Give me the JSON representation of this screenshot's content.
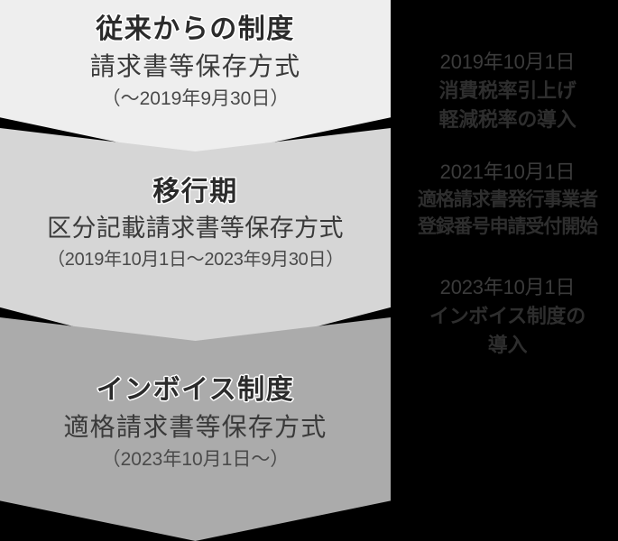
{
  "timeline": {
    "bands": [
      {
        "id": "band-previous-system",
        "heading": "従来からの制度",
        "method": "請求書等保存方式",
        "period": "（〜2019年9月30日）",
        "fill_color": "#eeeeee"
      },
      {
        "id": "band-transition-period",
        "heading": "移行期",
        "method": "区分記載請求書等保存方式",
        "period": "（2019年10月1日〜2023年9月30日）",
        "fill_color": "#d6d6d6"
      },
      {
        "id": "band-invoice-system",
        "heading": "インボイス制度",
        "method": "適格請求書等保存方式",
        "period": "（2023年10月1日〜）",
        "fill_color": "#ababab"
      }
    ]
  },
  "annotations": [
    {
      "id": "annotation-2019",
      "date": "2019年10月1日",
      "lines": [
        "消費税率引上げ",
        "軽減税率の導入"
      ]
    },
    {
      "id": "annotation-2021",
      "date": "2021年10月1日",
      "lines": [
        "適格請求書発行事業者",
        "登録番号申請受付開始"
      ]
    },
    {
      "id": "annotation-2023",
      "date": "2023年10月1日",
      "lines": [
        "インボイス制度の",
        "導入"
      ]
    }
  ],
  "colors": {
    "background": "#000000",
    "heading_text": "#2b2b2b",
    "body_text": "#3a3a3a",
    "annotation_text": "#2e2e2e"
  }
}
